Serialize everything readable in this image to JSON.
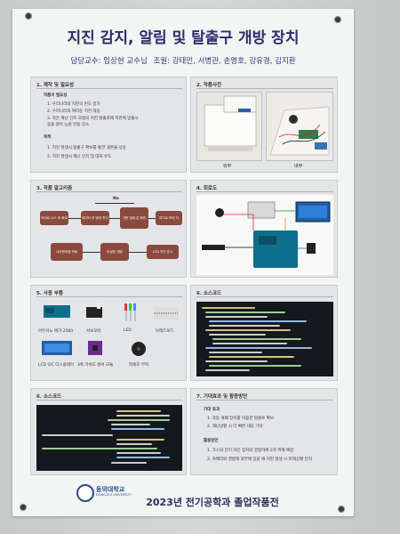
{
  "poster": {
    "title": "지진 감지, 알림 및 탈출구 개방 장치",
    "advisor": "담당교수: 임상현 교수님",
    "members": "조원: 강태민, 서병관, 손영호, 강유경, 김지환",
    "footer_title": "2023년 전기공학과 졸업작품전",
    "university_name": "동의대학교",
    "university_sub": "DONG-EUI UNIVERSITY"
  },
  "section1": {
    "title": "1. 제작 및 필요성",
    "need_heading": "작품의 필요성",
    "need_items": [
      "1. 우리나라의 지진의 빈도 증가",
      "2. 우리나라의 여러운 지진 대응",
      "3. 작은 재난 인프 호탈의 지진 탈출로에 지만에 방출시",
      "   응을 않아 능원 만을 감소"
    ],
    "purpose_heading": "목적",
    "purpose_items": [
      "1. 지진 발생시 탈출구 확보를 통한 생존율 상승",
      "2. 지진 발생시 재난 인지 및 대처 유도"
    ]
  },
  "section2": {
    "title": "2. 작품사진",
    "caption_outside": "외부",
    "caption_inside": "내부"
  },
  "section3": {
    "title": "3. 작품 알고리즘",
    "no_label": "No",
    "nodes": [
      "자이로 시스 부 회로",
      "데이터 부 범위 판단",
      "기준 범위 값 확인",
      "여기로 보낸 다",
      "사이렌이용 작동",
      "비상문 개방",
      "LCD 지진 표시"
    ]
  },
  "section4": {
    "title": "4. 회로도"
  },
  "section5": {
    "title": "5. 사용 부품",
    "parts": [
      "아두이노 메가 2560",
      "서보모터",
      "LED",
      "브레드보드",
      "LCD I2C 디스플레이",
      "3축 가속도 센서 모듈",
      "피에조 부저"
    ]
  },
  "section6": {
    "title": "6. 소스코드"
  },
  "section7": {
    "title": "6. 소스코드"
  },
  "section8": {
    "title": "7. 기대효과 및 활용방안",
    "effect_heading": "기대 효과",
    "effect_items": [
      "1. 자동 개폐 장치를 이용한 탈출로 확보",
      "2. 재난상황 시 더 빠른 대응 기대"
    ],
    "use_heading": "활용방안",
    "use_items": [
      "1. 가스와 전기 차단 장치와 결합하여 2차 피해 예방",
      "2. 카메라와 결합해 외부에 있을 때 지진 발생 시 피해상황 인지"
    ]
  },
  "colors": {
    "title": "#2a2d6a",
    "flow_box": "#8a4a3e",
    "code_bg": "#15181c"
  }
}
